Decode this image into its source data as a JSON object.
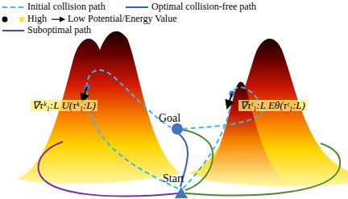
{
  "diagram": {
    "labels": [
      "High",
      "Low Potential/Energy Value",
      "Goal",
      "Start",
      "∇τᵏ₁:L U(τᵏ₁:L)",
      "∇τᵗ₁:L Eθ(τᵗ₁:L)"
    ],
    "legend": [
      {
        "text": "Initial collision path"
      },
      {
        "text": "Optimal collision-free path"
      },
      {
        "text": "Suboptimal path"
      }
    ]
  }
}
